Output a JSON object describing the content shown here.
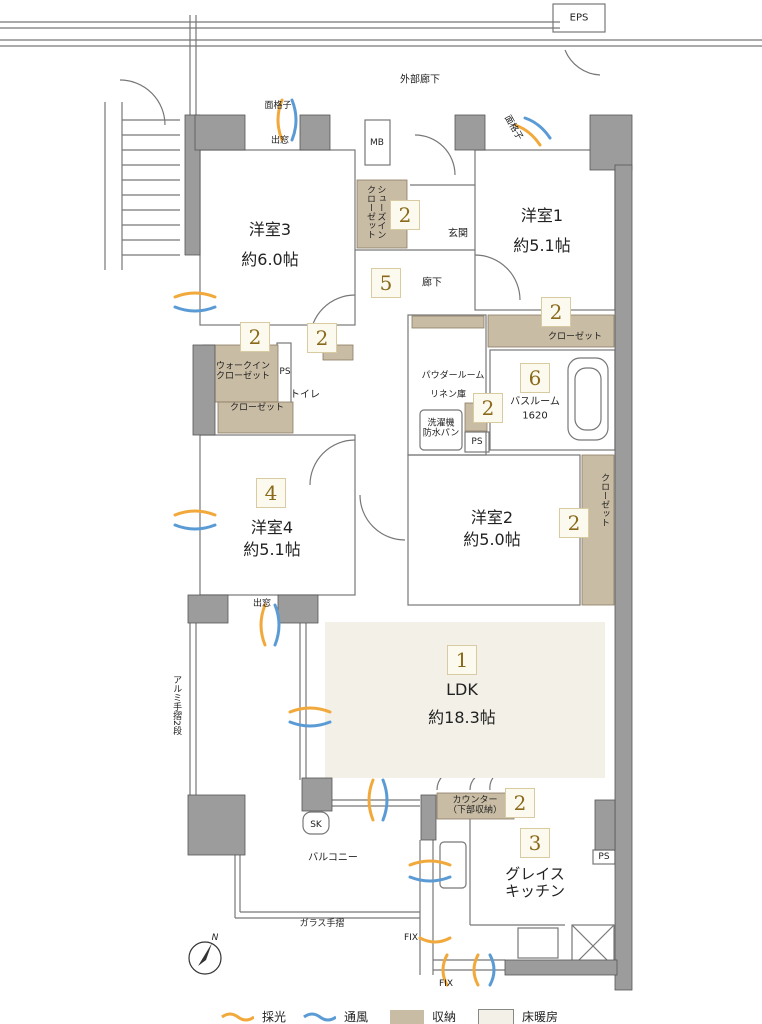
{
  "colors": {
    "wall": "#9c9c9c",
    "storage": "#c9bca4",
    "floor_heating": "#f3f0e8",
    "light": "#f2a93b",
    "wind": "#5b9bd5",
    "badge_text": "#8a6a1a"
  },
  "labels": {
    "eps": "EPS",
    "corridor_outside": "外部廊下",
    "grille_left": "面格子",
    "grille_right": "面格子",
    "window_left": "出窓",
    "mb": "MB",
    "shoes_closet": "シューズイン\nクローゼット",
    "entrance": "玄関",
    "hallway": "廊下",
    "room3_name": "洋室3",
    "room3_size": "約6.0帖",
    "room1_name": "洋室1",
    "room1_size": "約5.1帖",
    "walkin_closet": "ウォークイン\nクローゼット",
    "ps1": "PS",
    "toilet": "トイレ",
    "closet_a": "クローゼット",
    "closet_b": "クローゼット",
    "powder_room": "パウダールーム",
    "linen": "リネン庫",
    "washer": "洗濯機\n防水パン",
    "ps2": "PS",
    "bathroom": "バスルーム",
    "bath_size": "1620",
    "room4_name": "洋室4",
    "room4_size": "約5.1帖",
    "room2_name": "洋室2",
    "room2_size": "約5.0帖",
    "closet_c": "クローゼット",
    "window_bay": "出窓",
    "rail_alu": "アルミ手摺2段",
    "ldk_name": "LDK",
    "ldk_size": "約18.3帖",
    "counter": "カウンター\n（下部収納）",
    "kitchen": "グレイス\nキッチン",
    "ps3": "PS",
    "sk": "SK",
    "balcony": "バルコニー",
    "glass_rail": "ガラス手摺",
    "fix1": "FIX",
    "fix2": "FIX",
    "compass": "N"
  },
  "badges": [
    "2",
    "5",
    "2",
    "2",
    "2",
    "6",
    "2",
    "4",
    "2",
    "1",
    "2",
    "3"
  ],
  "legend": {
    "light": "採光",
    "wind": "通風",
    "storage": "収納",
    "floor_heating": "床暖房"
  }
}
